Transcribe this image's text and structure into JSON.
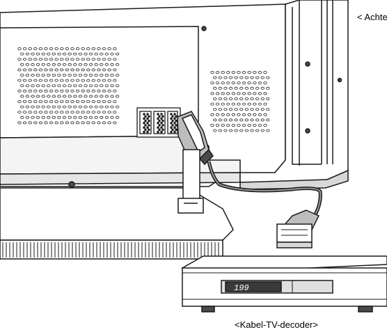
{
  "labels": {
    "rear_view": "< Achte",
    "decoder": "<Kabel-TV-decoder>"
  },
  "decoder_display": "199",
  "colors": {
    "line": "#1a1a1a",
    "fill": "#ffffff",
    "shade": "#bdbdbd",
    "dark": "#4a4a4a",
    "display": "#3a3a3a"
  }
}
